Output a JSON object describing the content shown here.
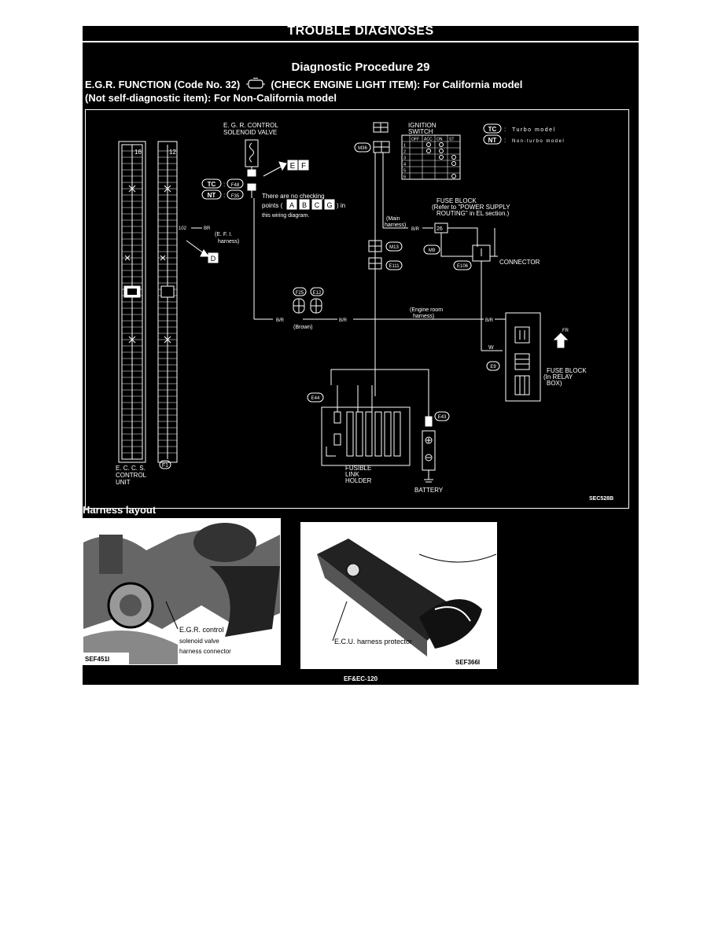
{
  "header": {
    "title": "TROUBLE DIAGNOSES"
  },
  "procedure": {
    "title": "Diagnostic Procedure 29",
    "line1_prefix": "E.G.R. FUNCTION (Code No. 32)",
    "check_icon_text": "CHECK",
    "line1_suffix": "(CHECK ENGINE LIGHT ITEM): For California model",
    "line2": "(Not self-diagnostic item): For Non-California model"
  },
  "diagram": {
    "egr_label_1": "E. G. R. CONTROL",
    "egr_label_2": "SOLENOID VALVE",
    "tc": "TC",
    "nt": "NT",
    "tc_conn": "F48",
    "nt_conn": "F35",
    "no_check_1": "There are no checking",
    "no_check_2": "points (",
    "no_check_3": ") in",
    "no_check_4": "this wiring diagram.",
    "points": [
      "A",
      "B",
      "C",
      "G"
    ],
    "points_ef": [
      "E",
      "F"
    ],
    "point_d": "D",
    "efi_1": "(E. F. I.",
    "efi_2": "harness)",
    "wire_102": "102",
    "wire_br": "BR",
    "ign_1": "IGNITION",
    "ign_2": "SWITCH",
    "ign_cols": [
      "OFF",
      "ACC",
      "ON",
      "ST"
    ],
    "ign_rows": [
      "1",
      "2",
      "3",
      "4",
      "5",
      "6"
    ],
    "legend_tc": "Turbo model",
    "legend_nt": "Non-turbo model",
    "fuse_1": "FUSE BLOCK",
    "fuse_2": "(Refer to \"POWER SUPPLY",
    "fuse_3": "ROUTING\" in EL section.)",
    "main_1": "(Main",
    "main_2": "harness)",
    "m36": "M36",
    "m13": "M13",
    "e111": "E111",
    "m9": "M9",
    "e106": "E106",
    "connector": "CONNECTOR",
    "pin_26": "26",
    "br_label": "B/R",
    "f25": "F25",
    "e12": "E12",
    "brown": "(Brown)",
    "engine_1": "(Engine room",
    "engine_2": "harness)",
    "w_label": "W",
    "e9": "E9",
    "fr": "FR",
    "relay_1": "FUSE BLOCK",
    "relay_2": "(In RELAY",
    "relay_3": "BOX)",
    "e44": "E44",
    "e43": "E43",
    "fusible_1": "FUSIBLE",
    "fusible_2": "LINK",
    "fusible_3": "HOLDER",
    "battery": "BATTERY",
    "eccs_1": "E. C. C. S.",
    "eccs_2": "CONTROL",
    "eccs_3": "UNIT",
    "f1": "F1",
    "pin16": "16",
    "pin12": "12",
    "code": "SEC528B"
  },
  "harness": {
    "title": "Harness layout",
    "photo1_label_1": "E.G.R. control",
    "photo1_label_2": "solenoid valve",
    "photo1_label_3": "harness connector",
    "photo1_code": "SEF451I",
    "photo2_label": "E.C.U. harness protector",
    "photo2_code": "SEF366I"
  },
  "footer": {
    "page": "EF&EC-120"
  }
}
